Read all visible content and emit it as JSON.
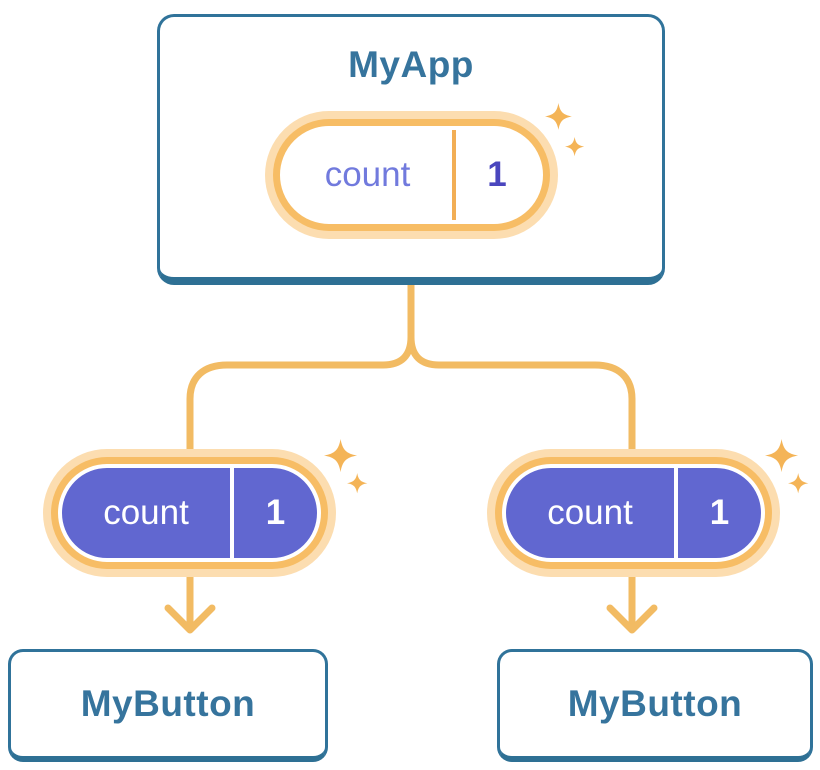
{
  "colors": {
    "blueBorder": "#30739A",
    "blueDark": "#2E7094",
    "blueText": "#36749D",
    "orangeLine": "#F2BB63",
    "orangeRing": "#F7BD65",
    "orangeGlow": "#FCDDB0",
    "orangeDivider": "#F2AE55",
    "purpleFill": "#6167D0",
    "purpleName": "#717ADD",
    "purpleValue": "#4A46BE",
    "sparkle": "#F4B457"
  },
  "tree": {
    "root": {
      "title": "MyApp",
      "state": {
        "name": "count",
        "value": "1"
      }
    },
    "children": [
      {
        "title": "MyButton",
        "state": {
          "name": "count",
          "value": "1"
        }
      },
      {
        "title": "MyButton",
        "state": {
          "name": "count",
          "value": "1"
        }
      }
    ]
  }
}
